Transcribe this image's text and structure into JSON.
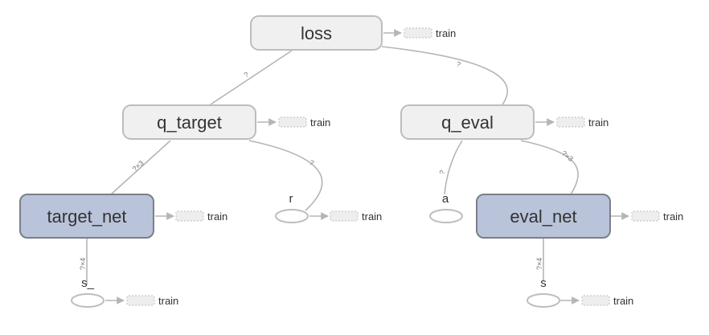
{
  "colors": {
    "op_fill": "#f0f0f0",
    "op_stroke": "#bdbdbd",
    "net_fill": "#b9c3d9",
    "net_stroke": "#7a7f8a",
    "edge": "#b5b5b5",
    "aux_fill": "#eeeeee",
    "aux_stroke": "#bdbdbd",
    "text": "#333333"
  },
  "nodes": {
    "loss": {
      "label": "loss",
      "aux": "train"
    },
    "q_target": {
      "label": "q_target",
      "aux": "train"
    },
    "q_eval": {
      "label": "q_eval",
      "aux": "train"
    },
    "target_net": {
      "label": "target_net",
      "aux": "train"
    },
    "eval_net": {
      "label": "eval_net",
      "aux": "train"
    },
    "r": {
      "label": "r",
      "aux": "train"
    },
    "a": {
      "label": "a"
    },
    "s_": {
      "label": "s_",
      "aux": "train"
    },
    "s": {
      "label": "s",
      "aux": "train"
    }
  },
  "edges": {
    "q_target_loss": "?",
    "q_eval_loss": "?",
    "target_net_q_target": "?×3",
    "r_q_target": "?",
    "a_q_eval": "?",
    "eval_net_q_eval": "?×3",
    "s_target_net": "?×4",
    "s_eval_net": "?×4"
  }
}
